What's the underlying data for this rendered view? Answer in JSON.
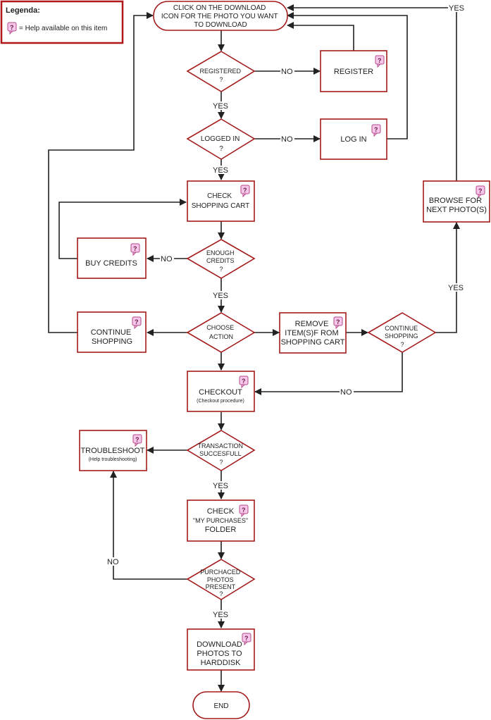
{
  "legend": {
    "title": "Legenda:",
    "help_text": "= Help available on this item",
    "help_icon_glyph": "?"
  },
  "nodes": {
    "click_download": [
      "CLICK ON THE DOWNLOAD",
      "ICON FOR THE PHOTO YOU WANT",
      "TO DOWNLOAD"
    ],
    "registered": [
      "REGISTERED",
      "?"
    ],
    "register": [
      "REGISTER"
    ],
    "logged_in": [
      "LOGGED IN",
      "?"
    ],
    "log_in": [
      "LOG IN"
    ],
    "check_cart": [
      "CHECK",
      "SHOPPING CART"
    ],
    "enough_credits": [
      "ENOUGH",
      "CREDITS",
      "?"
    ],
    "buy_credits": [
      "BUY CREDITS"
    ],
    "choose_action": [
      "CHOOSE",
      "ACTION"
    ],
    "continue_shopping_box": [
      "CONTINUE",
      "SHOPPING"
    ],
    "remove_items": [
      "REMOVE",
      "ITEM(S)F ROM",
      "SHOPPING CART"
    ],
    "continue_shopping_q": [
      "CONTINUE",
      "SHOPPING",
      "?"
    ],
    "browse_next": [
      "BROWSE FOR",
      "NEXT PHOTO(S)"
    ],
    "checkout": [
      "CHECKOUT"
    ],
    "checkout_sub": "(Checkout procedure)",
    "transaction_ok": [
      "TRANSACTION",
      "SUCCESFULL",
      "?"
    ],
    "troubleshoot": [
      "TROUBLESHOOT"
    ],
    "troubleshoot_sub": "(Help troubleshooting)",
    "check_purchases": [
      "CHECK",
      "\"MY PURCHASES\"",
      "FOLDER"
    ],
    "photos_present": [
      "PURCHACED",
      "PHOTOS",
      "PRESENT",
      "?"
    ],
    "download_photos": [
      "DOWNLOAD",
      "PHOTOS TO",
      "HARDDISK"
    ],
    "end": [
      "END"
    ]
  },
  "edge_labels": {
    "yes": "YES",
    "no": "NO"
  },
  "colors": {
    "node_stroke": "#a31a1a",
    "help_icon_fill": "#f7c7ea",
    "edge": "#222222"
  }
}
